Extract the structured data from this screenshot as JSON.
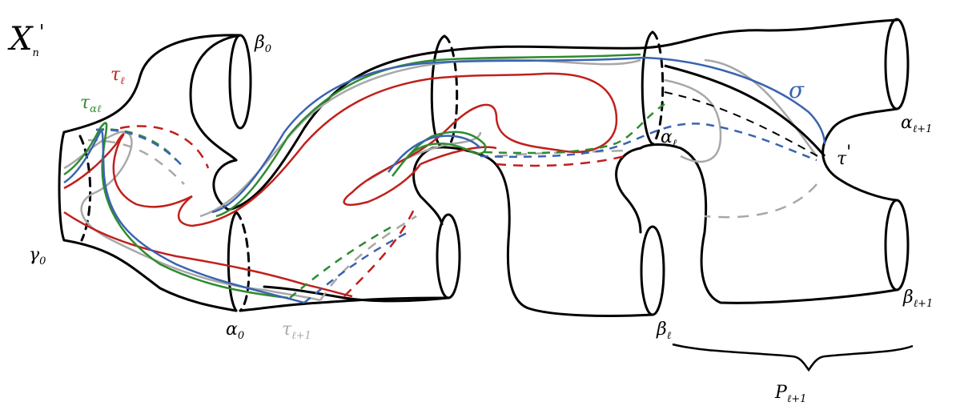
{
  "figure": {
    "space": {
      "symbol": "X",
      "sub": "n",
      "prime": "'"
    },
    "labels": {
      "beta0": {
        "main": "β",
        "sub": "0"
      },
      "gamma0": {
        "main": "γ",
        "sub": "0"
      },
      "alpha0": {
        "main": "α",
        "sub": "0"
      },
      "alphaL": {
        "main": "α",
        "sub": "ℓ"
      },
      "betaL": {
        "main": "β",
        "sub": "ℓ"
      },
      "alphaL1": {
        "main": "α",
        "sub": "ℓ+1"
      },
      "betaL1": {
        "main": "β",
        "sub": "ℓ+1"
      },
      "tauL": {
        "main": "τ",
        "sub": "ℓ"
      },
      "tauAlphaL": {
        "main": "τ",
        "sub": "αℓ"
      },
      "tauL1": {
        "main": "τ",
        "sub": "ℓ+1"
      },
      "tauPrime": {
        "main": "τ",
        "sub": "'"
      },
      "sigma": {
        "main": "σ"
      },
      "PL1": {
        "main": "P",
        "sub": "ℓ+1"
      }
    },
    "colors": {
      "outline": "#000000",
      "tau_l": "#c0201c",
      "tau_alpha_l": "#2e8b2e",
      "sigma": "#3a64b0",
      "tau_l1": "#a8a8a8"
    }
  }
}
